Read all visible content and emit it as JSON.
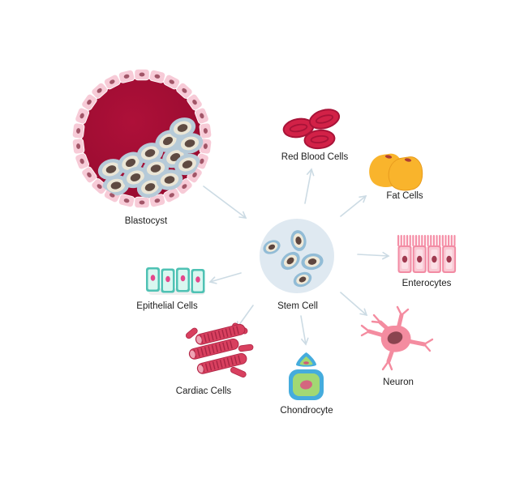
{
  "diagram": {
    "nodes": {
      "blastocyst": {
        "label": "Blastocyst"
      },
      "stem_cell": {
        "label": "Stem Cell"
      },
      "red_blood_cells": {
        "label": "Red Blood Cells"
      },
      "fat_cells": {
        "label": "Fat Cells"
      },
      "enterocytes": {
        "label": "Enterocytes"
      },
      "neuron": {
        "label": "Neuron"
      },
      "chondrocyte": {
        "label": "Chondrocyte"
      },
      "cardiac_cells": {
        "label": "Cardiac Cells"
      },
      "epithelial_cells": {
        "label": "Epithelial Cells"
      }
    },
    "edges": [
      {
        "from": "Blastocyst",
        "to": "Stem Cell"
      },
      {
        "from": "Stem Cell",
        "to": "Red Blood Cells"
      },
      {
        "from": "Stem Cell",
        "to": "Fat Cells"
      },
      {
        "from": "Stem Cell",
        "to": "Enterocytes"
      },
      {
        "from": "Stem Cell",
        "to": "Neuron"
      },
      {
        "from": "Stem Cell",
        "to": "Chondrocyte"
      },
      {
        "from": "Stem Cell",
        "to": "Cardiac Cells"
      },
      {
        "from": "Stem Cell",
        "to": "Epithelial Cells"
      }
    ],
    "colors": {
      "arrow": "#ccdbe4",
      "label_text": "#1d1d1d",
      "trophoblast_pink": "#f7cbd7",
      "trophoblast_nucleus": "#a25668",
      "blastocoel_crimson": "#a30d35",
      "stem_body": "#dfe9f1",
      "stem_membrane": "#92bcd6",
      "stem_cytoplasm": "#efe9d8",
      "stem_nucleus": "#5d463f",
      "rbc_red": "#d22147",
      "rbc_outline": "#a81338",
      "fat_yellow": "#f9b42c",
      "enterocyte_pink": "#f28ca4",
      "enterocyte_nucleus": "#a03a50",
      "epithelial_teal": "#4fc2b4",
      "epithelial_nucleus": "#e5468b",
      "cardiac_red": "#d8405f",
      "neuron_pink": "#f48ca0",
      "neuron_nucleus": "#8a4450",
      "chondro_blue": "#45acdd",
      "chondro_green": "#a2d873",
      "chondro_nucleus": "#d4667f"
    }
  }
}
